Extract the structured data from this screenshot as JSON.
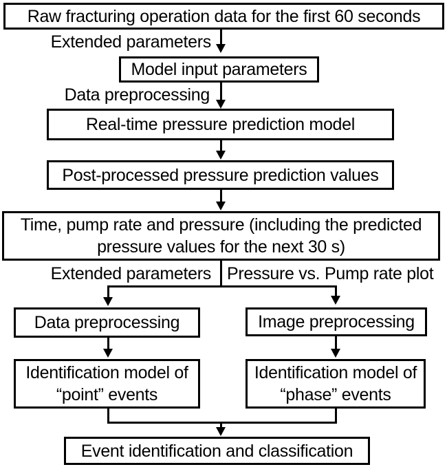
{
  "figure": {
    "type": "flowchart",
    "colors": {
      "background": "#ffffff",
      "stroke": "#000000",
      "text": "#000000"
    }
  },
  "nodes": {
    "raw": "Raw fracturing operation data for the first 60 seconds",
    "model_input": "Model input parameters",
    "realtime_model": "Real-time pressure prediction model",
    "post_processed": "Post-processed pressure prediction values",
    "time_pump_pressure": {
      "line1": "Time, pump rate and pressure (including the predicted",
      "line2": "pressure values for the next 30 s)"
    },
    "data_preprocessing": "Data preprocessing",
    "image_preprocessing": "Image preprocessing",
    "ident_point": {
      "line1": "Identification model of",
      "line2": "“point” events"
    },
    "ident_phase": {
      "line1": "Identification model of",
      "line2": "“phase” events"
    },
    "event_classification": "Event identification and classification"
  },
  "edge_labels": {
    "extended_parameters_top": "Extended parameters",
    "data_preprocessing_top": "Data preprocessing",
    "extended_parameters_mid": "Extended parameters",
    "pressure_vs_pump_rate": "Pressure vs. Pump rate plot"
  }
}
